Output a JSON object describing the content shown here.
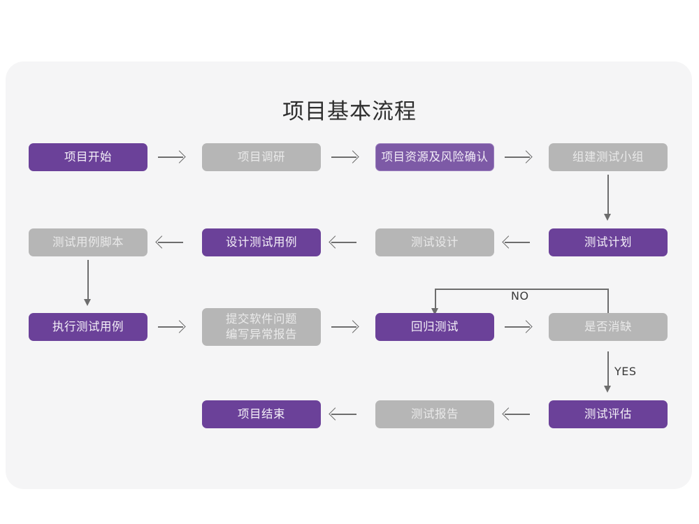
{
  "page": {
    "title": "项目基本流程",
    "background": "#ffffff",
    "card_background": "#f5f5f6"
  },
  "theme": {
    "purple": "#6b4199",
    "purple_soft": "#7d5aa6",
    "grey": "#b6b6b6",
    "line": "#6d6d6d",
    "title_color": "#2e2e2e"
  },
  "chart_data": {
    "type": "diagram",
    "title": "项目基本流程",
    "nodes": [
      {
        "id": "n1",
        "label": "项目开始",
        "style": "purple",
        "row": 1,
        "col": 1
      },
      {
        "id": "n2",
        "label": "项目调研",
        "style": "grey",
        "row": 1,
        "col": 2
      },
      {
        "id": "n3",
        "label": "项目资源及风险确认",
        "style": "purple-soft",
        "row": 1,
        "col": 3
      },
      {
        "id": "n4",
        "label": "组建测试小组",
        "style": "grey",
        "row": 1,
        "col": 4
      },
      {
        "id": "n5",
        "label": "测试用例脚本",
        "style": "grey",
        "row": 2,
        "col": 1
      },
      {
        "id": "n6",
        "label": "设计测试用例",
        "style": "purple",
        "row": 2,
        "col": 2
      },
      {
        "id": "n7",
        "label": "测试设计",
        "style": "grey",
        "row": 2,
        "col": 3
      },
      {
        "id": "n8",
        "label": "测试计划",
        "style": "purple",
        "row": 2,
        "col": 4
      },
      {
        "id": "n9",
        "label": "执行测试用例",
        "style": "purple",
        "row": 3,
        "col": 1
      },
      {
        "id": "n10",
        "label": "提交软件问题\n编写异常报告",
        "style": "grey",
        "row": 3,
        "col": 2
      },
      {
        "id": "n11",
        "label": "回归测试",
        "style": "purple",
        "row": 3,
        "col": 3
      },
      {
        "id": "n12",
        "label": "是否消缺",
        "style": "grey",
        "row": 3,
        "col": 4
      },
      {
        "id": "n13",
        "label": "项目结束",
        "style": "purple",
        "row": 4,
        "col": 2
      },
      {
        "id": "n14",
        "label": "测试报告",
        "style": "grey",
        "row": 4,
        "col": 3
      },
      {
        "id": "n15",
        "label": "测试评估",
        "style": "purple",
        "row": 4,
        "col": 4
      }
    ],
    "edges": [
      {
        "from": "n1",
        "to": "n2",
        "dir": "right",
        "label": ""
      },
      {
        "from": "n2",
        "to": "n3",
        "dir": "right",
        "label": ""
      },
      {
        "from": "n3",
        "to": "n4",
        "dir": "right",
        "label": ""
      },
      {
        "from": "n4",
        "to": "n8",
        "dir": "down",
        "label": ""
      },
      {
        "from": "n8",
        "to": "n7",
        "dir": "left",
        "label": ""
      },
      {
        "from": "n7",
        "to": "n6",
        "dir": "left",
        "label": ""
      },
      {
        "from": "n6",
        "to": "n5",
        "dir": "left",
        "label": ""
      },
      {
        "from": "n5",
        "to": "n9",
        "dir": "down",
        "label": ""
      },
      {
        "from": "n9",
        "to": "n10",
        "dir": "right",
        "label": ""
      },
      {
        "from": "n10",
        "to": "n11",
        "dir": "right",
        "label": ""
      },
      {
        "from": "n11",
        "to": "n12",
        "dir": "right",
        "label": ""
      },
      {
        "from": "n12",
        "to": "n11",
        "dir": "loop-up-left",
        "label": "NO"
      },
      {
        "from": "n12",
        "to": "n15",
        "dir": "down",
        "label": "YES"
      },
      {
        "from": "n15",
        "to": "n14",
        "dir": "left",
        "label": ""
      },
      {
        "from": "n14",
        "to": "n13",
        "dir": "left",
        "label": ""
      }
    ],
    "edge_labels": {
      "no": "NO",
      "yes": "YES"
    }
  }
}
